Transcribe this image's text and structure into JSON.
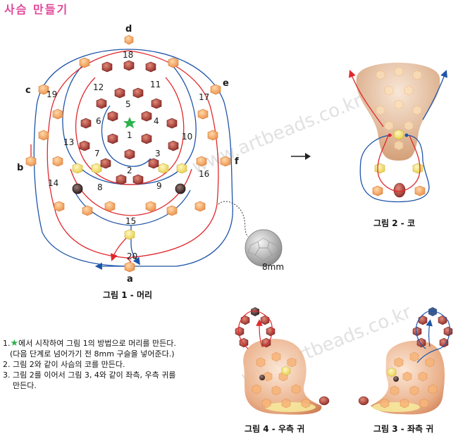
{
  "title": "사슴 만들기",
  "watermark": "www.artbeads.co.kr",
  "figure1": {
    "caption": "그림 1 - 머리",
    "point_labels": [
      "a",
      "b",
      "c",
      "d",
      "e",
      "f"
    ],
    "number_labels": [
      "1",
      "2",
      "3",
      "4",
      "5",
      "6",
      "7",
      "8",
      "9",
      "10",
      "11",
      "12",
      "13",
      "14",
      "15",
      "16",
      "17",
      "18",
      "19",
      "20"
    ],
    "bead_label": "8mm"
  },
  "figure2": {
    "caption": "그림 2 - 코"
  },
  "figure3": {
    "caption": "그림 3 - 좌측 귀"
  },
  "figure4": {
    "caption": "그림 4 - 우측 귀"
  },
  "instructions": {
    "line1_num": "1.",
    "line1_text": "에서 시작하여 그림 1의 방법으로 머리를 만든다.",
    "line1b": "(다음 단계로 넘어가기 전 8mm 구슬을 넣어준다.)",
    "line2": "2. 그림 2와 같이 사슴의 코를 만든다.",
    "line3": "3. 그림 2를 이어서 그림 3, 4와 같이 좌측, 우측 귀를",
    "line3b": "만든다."
  },
  "colors": {
    "title": "#e0479a",
    "red_thread": "#e0282c",
    "blue_thread": "#1f55a8",
    "red_bead": "#b8403c",
    "orange_bead": "#f2a462",
    "yellow_bead": "#f4e27a",
    "start_star": "#2bb24c"
  }
}
